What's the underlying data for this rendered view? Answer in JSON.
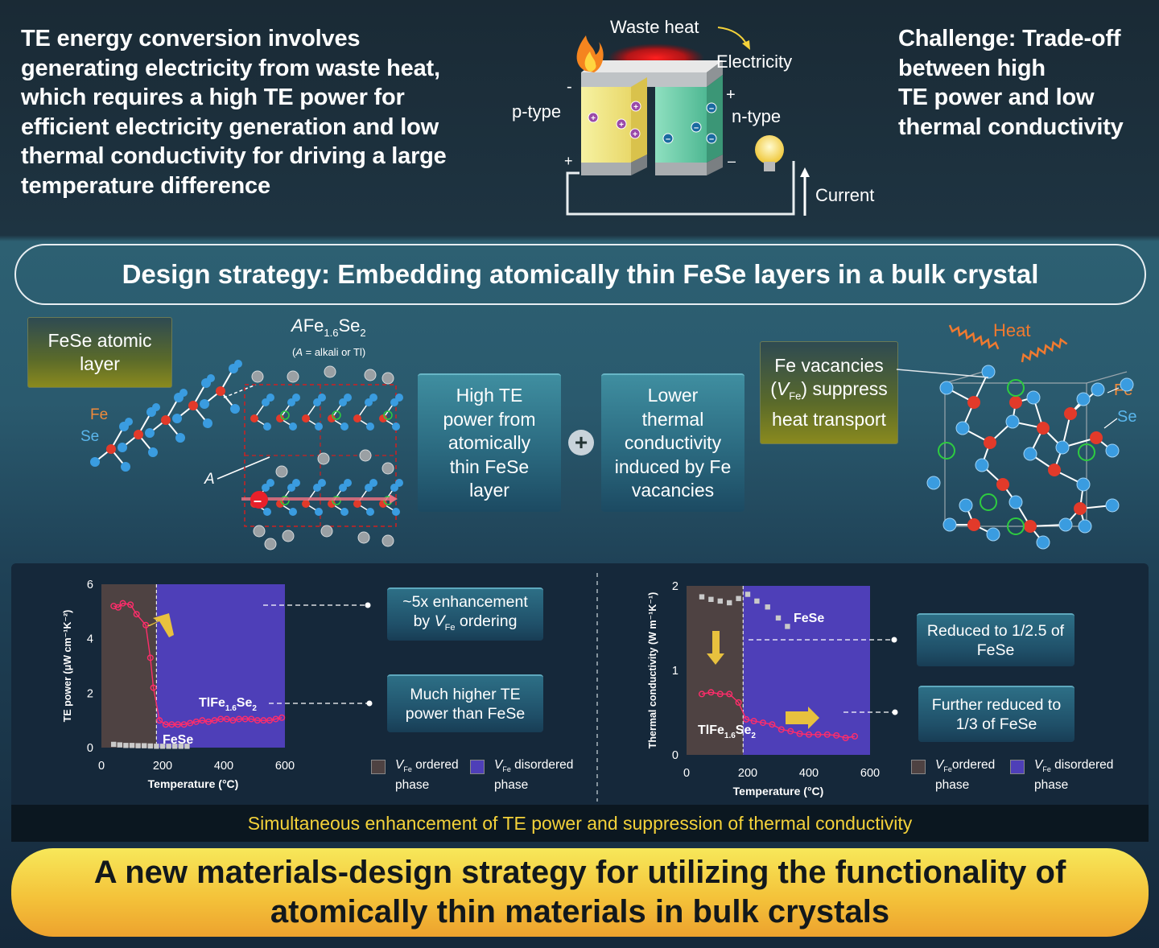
{
  "intro": {
    "lines": [
      "TE energy conversion involves",
      "generating electricity from waste heat,",
      "which requires a high TE power for",
      "efficient electricity generation and low",
      "thermal conductivity for driving a large",
      "temperature difference"
    ]
  },
  "device": {
    "waste_heat": "Waste heat",
    "electricity": "Electricity",
    "p_type": "p-type",
    "n_type": "n-type",
    "current": "Current",
    "plus": "+",
    "minus": "-",
    "minus_right": "–",
    "plus_left": "+"
  },
  "challenge": {
    "lines": [
      "Challenge: Trade-off",
      "between high",
      "TE power and low",
      "thermal conductivity"
    ]
  },
  "strategy": {
    "title": "Design strategy: Embedding atomically thin FeSe layers in a bulk crystal"
  },
  "structure": {
    "fese_layer_label": [
      "FeSe atomic",
      "layer"
    ],
    "formula_a": "A",
    "formula_fe": "Fe",
    "formula_sub1": "1.6",
    "formula_se": "Se",
    "formula_sub2": "2",
    "formula_note_pre": "(",
    "formula_note_a": "A",
    "formula_note_post": " = alkali or Tl)",
    "fe": "Fe",
    "se": "Se",
    "a": "A",
    "minus_sign": "–"
  },
  "concepts": {
    "high_te": [
      "High TE",
      "power from",
      "atomically",
      "thin FeSe",
      "layer"
    ],
    "lower_thermal": [
      "Lower",
      "thermal",
      "conductivity",
      "induced by Fe",
      "vacancies"
    ],
    "plus": "+",
    "vacancy_line1": "Fe vacancies",
    "vacancy_pre": "(",
    "vacancy_v": "V",
    "vacancy_sub": "Fe",
    "vacancy_post": ") suppress",
    "vacancy_line3": "heat transport",
    "heat": "Heat",
    "fe": "Fe",
    "se": "Se"
  },
  "chart_data": [
    {
      "type": "scatter",
      "ylabel": "TE power (μW cm⁻¹K⁻²)",
      "xlabel": "Temperature (°C)",
      "xlim": [
        0,
        600
      ],
      "ylim": [
        0,
        6
      ],
      "xticks": [
        "0",
        "200",
        "400",
        "600"
      ],
      "yticks": [
        "0",
        "2",
        "4",
        "6"
      ],
      "ordered_boundary": 180,
      "series": [
        {
          "name": "TlFe1.6Se2",
          "x": [
            40,
            55,
            70,
            95,
            115,
            145,
            160,
            170,
            190,
            210,
            230,
            250,
            270,
            290,
            310,
            330,
            350,
            370,
            390,
            410,
            430,
            450,
            470,
            490,
            510,
            530,
            550,
            570,
            590
          ],
          "y": [
            5.2,
            5.15,
            5.3,
            5.25,
            4.9,
            4.5,
            3.3,
            2.2,
            1.0,
            0.85,
            0.85,
            0.85,
            0.85,
            0.9,
            0.95,
            1.0,
            0.95,
            1.0,
            1.05,
            1.05,
            1.0,
            1.05,
            1.05,
            1.05,
            1.0,
            1.0,
            1.0,
            1.05,
            1.1
          ]
        },
        {
          "name": "FeSe",
          "x": [
            40,
            60,
            80,
            100,
            120,
            140,
            160,
            180,
            200,
            220,
            240,
            260,
            280
          ],
          "y": [
            0.12,
            0.1,
            0.08,
            0.08,
            0.07,
            0.07,
            0.06,
            0.05,
            0.05,
            0.05,
            0.05,
            0.05,
            0.05
          ]
        }
      ],
      "labels": {
        "tlfe": "TlFe",
        "sub1": "1.6",
        "se": "Se",
        "sub2": "2",
        "fese": "FeSe"
      },
      "annotations": [
        {
          "label_a": "~5x enhancement",
          "label_b_pre": "by ",
          "label_b_v": "V",
          "label_b_sub": "Fe",
          "label_b_post": " ordering"
        },
        {
          "label_a": "Much higher TE",
          "label_b": "power than FeSe"
        }
      ],
      "legend": {
        "ordered_v": "V",
        "ordered_sub": "Fe",
        "ordered_text": " ordered",
        "ordered_phase": "phase",
        "disordered_v": "V",
        "disordered_sub": "Fe",
        "disordered_text": " disordered",
        "disordered_phase": "phase",
        "ordered_color": "#4e4242",
        "disordered_color": "#4e3fb8"
      }
    },
    {
      "type": "scatter",
      "ylabel": "Thermal conductivity (W m⁻¹K⁻¹)",
      "xlabel": "Temperature (°C)",
      "xlim": [
        0,
        600
      ],
      "ylim": [
        0,
        2
      ],
      "xticks": [
        "0",
        "200",
        "400",
        "600"
      ],
      "yticks": [
        "0",
        "1",
        "2"
      ],
      "ordered_boundary": 185,
      "series": [
        {
          "name": "FeSe",
          "x": [
            50,
            80,
            110,
            140,
            170,
            200,
            230,
            265,
            300,
            330
          ],
          "y": [
            1.87,
            1.84,
            1.82,
            1.8,
            1.85,
            1.9,
            1.82,
            1.75,
            1.62,
            1.52
          ]
        },
        {
          "name": "TlFe1.6Se2",
          "x": [
            50,
            80,
            110,
            140,
            170,
            195,
            220,
            250,
            280,
            310,
            340,
            370,
            400,
            430,
            460,
            490,
            520,
            550
          ],
          "y": [
            0.72,
            0.74,
            0.72,
            0.72,
            0.62,
            0.42,
            0.4,
            0.38,
            0.36,
            0.3,
            0.28,
            0.25,
            0.24,
            0.24,
            0.24,
            0.23,
            0.2,
            0.22
          ]
        }
      ],
      "labels": {
        "tlfe": "TlFe",
        "sub1": "1.6",
        "se": "Se",
        "sub2": "2",
        "fese": "FeSe"
      },
      "annotations": [
        {
          "label_a": "Reduced to 1/2.5 of",
          "label_b": "FeSe"
        },
        {
          "label_a": "Further reduced to",
          "label_b": "1/3 of FeSe"
        }
      ],
      "legend": {
        "ordered_v": "V",
        "ordered_sub": "Fe",
        "ordered_text": "ordered",
        "ordered_phase": "phase",
        "disordered_v": "V",
        "disordered_sub": "Fe",
        "disordered_text": " disordered",
        "disordered_phase": "phase",
        "ordered_color": "#4e4242",
        "disordered_color": "#4e3fb8"
      }
    }
  ],
  "simultaneous": "Simultaneous enhancement of TE power and suppression of thermal conductivity",
  "conclusion": {
    "line1": "A new materials-design strategy for utilizing the functionality of",
    "line2": "atomically thin materials in bulk crystals"
  },
  "colors": {
    "fe_atom": "#e23a2a",
    "se_atom": "#3a9ce0",
    "a_atom": "#9aa0a4",
    "vacancy": "#2ecc40",
    "tl_marker": "#ff2d6b",
    "fese_marker": "#c9c9c9",
    "accent_yellow": "#f4d23a"
  }
}
